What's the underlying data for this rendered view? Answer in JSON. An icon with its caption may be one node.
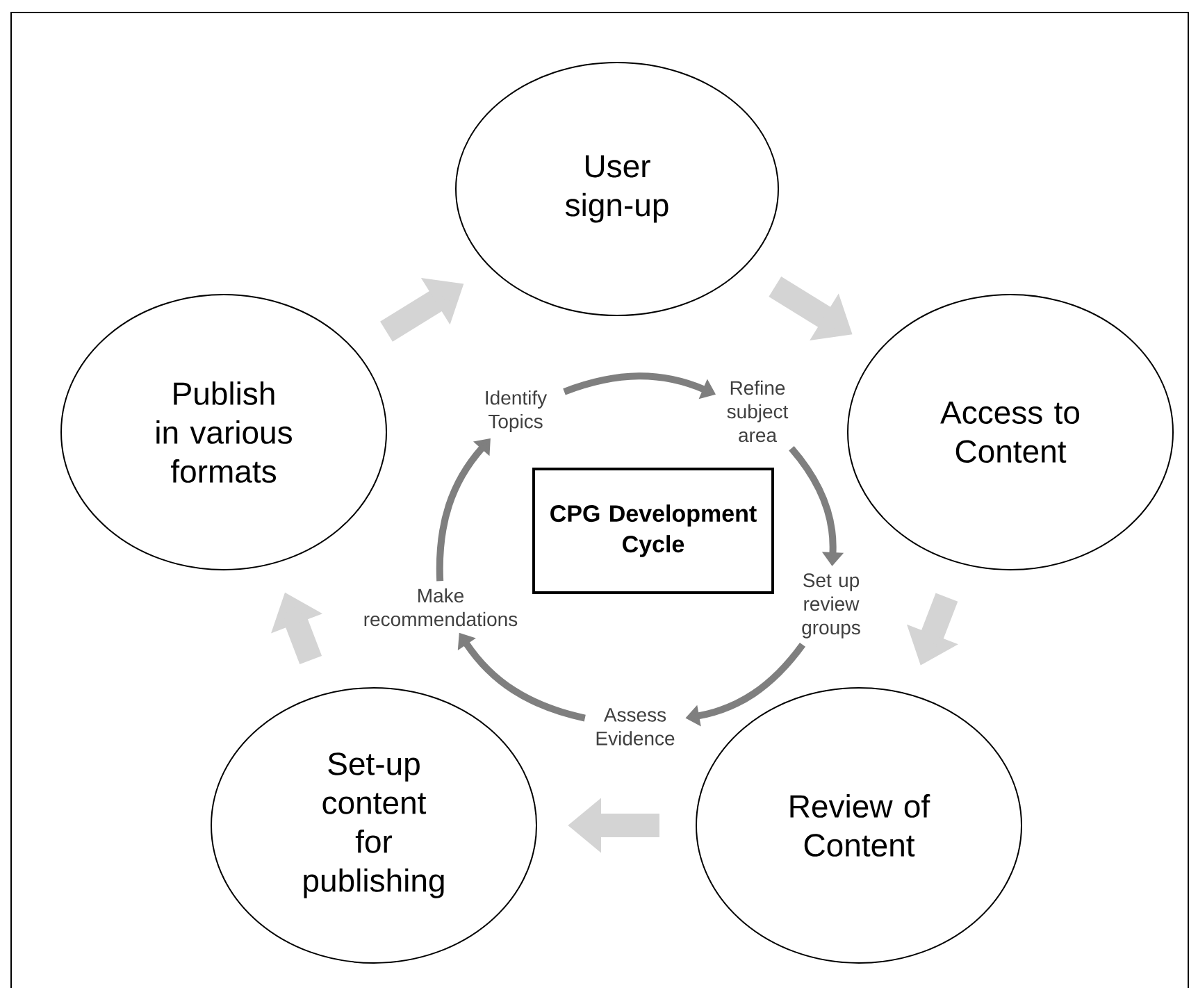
{
  "diagram": {
    "nodes": [
      {
        "text": [
          "User sign-up"
        ]
      },
      {
        "text": [
          "Access to Content"
        ]
      },
      {
        "text": [
          "Review of Content"
        ]
      },
      {
        "text": [
          "Set-up content for publishing"
        ]
      },
      {
        "text": [
          "Publish in various formats"
        ]
      },
      {
        "text": [
          "CPG Development Cycle"
        ]
      },
      {
        "text": [
          "Identify Topics"
        ]
      },
      {
        "text": [
          "Refine subject area"
        ]
      },
      {
        "text": [
          "Set up review groups"
        ]
      },
      {
        "text": [
          "Assess Evidence"
        ]
      },
      {
        "text": [
          "Make recommendations"
        ]
      }
    ],
    "edges": [
      {
        "from": 0,
        "to": 1,
        "arrow": "to",
        "style": "thick",
        "color": "#d4d4d4"
      },
      {
        "from": 1,
        "to": 2,
        "arrow": "to",
        "style": "thick",
        "color": "#d4d4d4"
      },
      {
        "from": 2,
        "to": 3,
        "arrow": "to",
        "style": "thick",
        "color": "#d4d4d4"
      },
      {
        "from": 3,
        "to": 4,
        "arrow": "to",
        "style": "thick",
        "color": "#d4d4d4"
      },
      {
        "from": 4,
        "to": 0,
        "arrow": "to",
        "style": "thick",
        "color": "#d4d4d4"
      },
      {
        "from": 6,
        "to": 7,
        "arrow": "to"
      },
      {
        "from": 7,
        "to": 8,
        "arrow": "to"
      },
      {
        "from": 8,
        "to": 9,
        "arrow": "to"
      },
      {
        "from": 9,
        "to": 10,
        "arrow": "to"
      },
      {
        "from": 10,
        "to": 6,
        "arrow": "to"
      }
    ]
  }
}
